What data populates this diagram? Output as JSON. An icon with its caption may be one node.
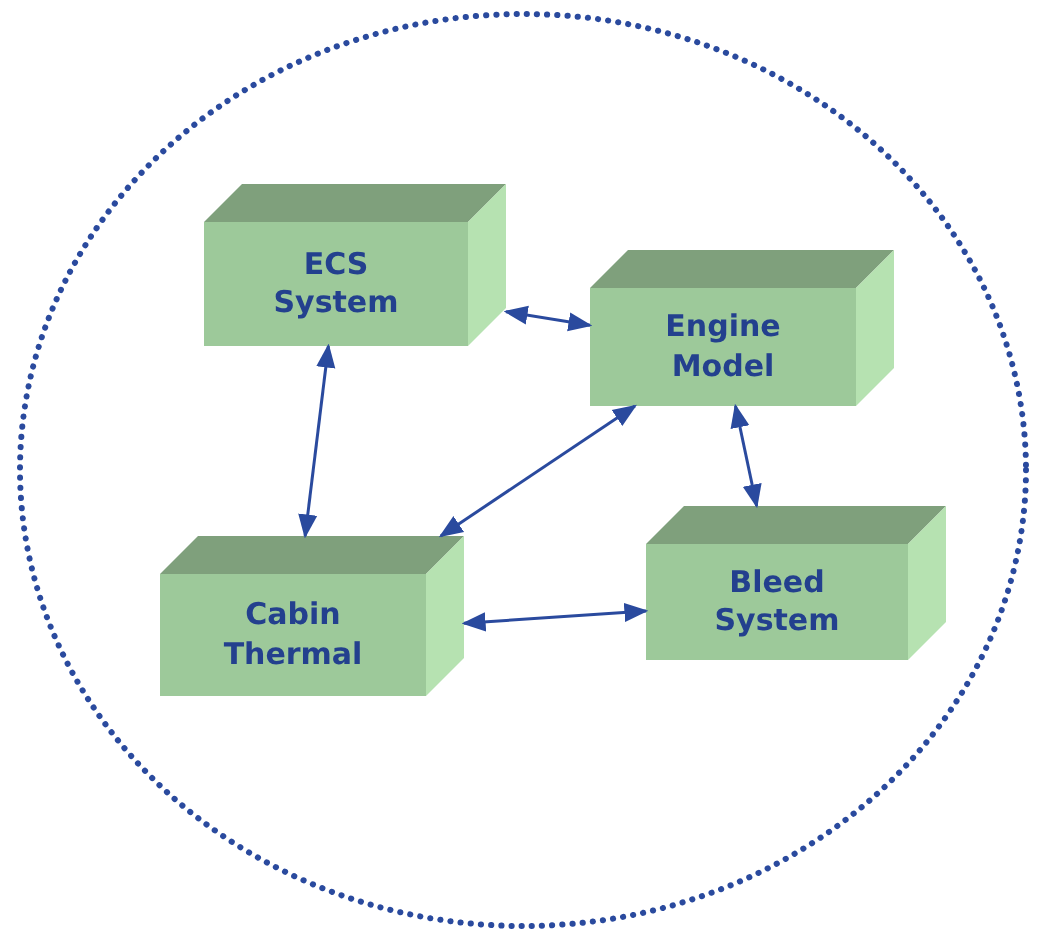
{
  "diagram": {
    "nodes": [
      {
        "text": [],
        "shape": "circle"
      },
      {
        "text": [
          "ECS System"
        ],
        "in": 0
      },
      {
        "text": [
          "Engine Model"
        ],
        "in": 0
      },
      {
        "text": [
          "Cabin Thermal"
        ],
        "in": 0
      },
      {
        "text": [
          "Bleed System"
        ],
        "in": 0
      }
    ],
    "edges": [
      {
        "from": 1,
        "to": 2,
        "arrow": "both"
      },
      {
        "from": 1,
        "to": 3,
        "arrow": "both"
      },
      {
        "from": 3,
        "to": 2,
        "arrow": "both"
      },
      {
        "from": 2,
        "to": 4,
        "arrow": "both"
      },
      {
        "from": 3,
        "to": 4,
        "arrow": "both"
      }
    ]
  }
}
